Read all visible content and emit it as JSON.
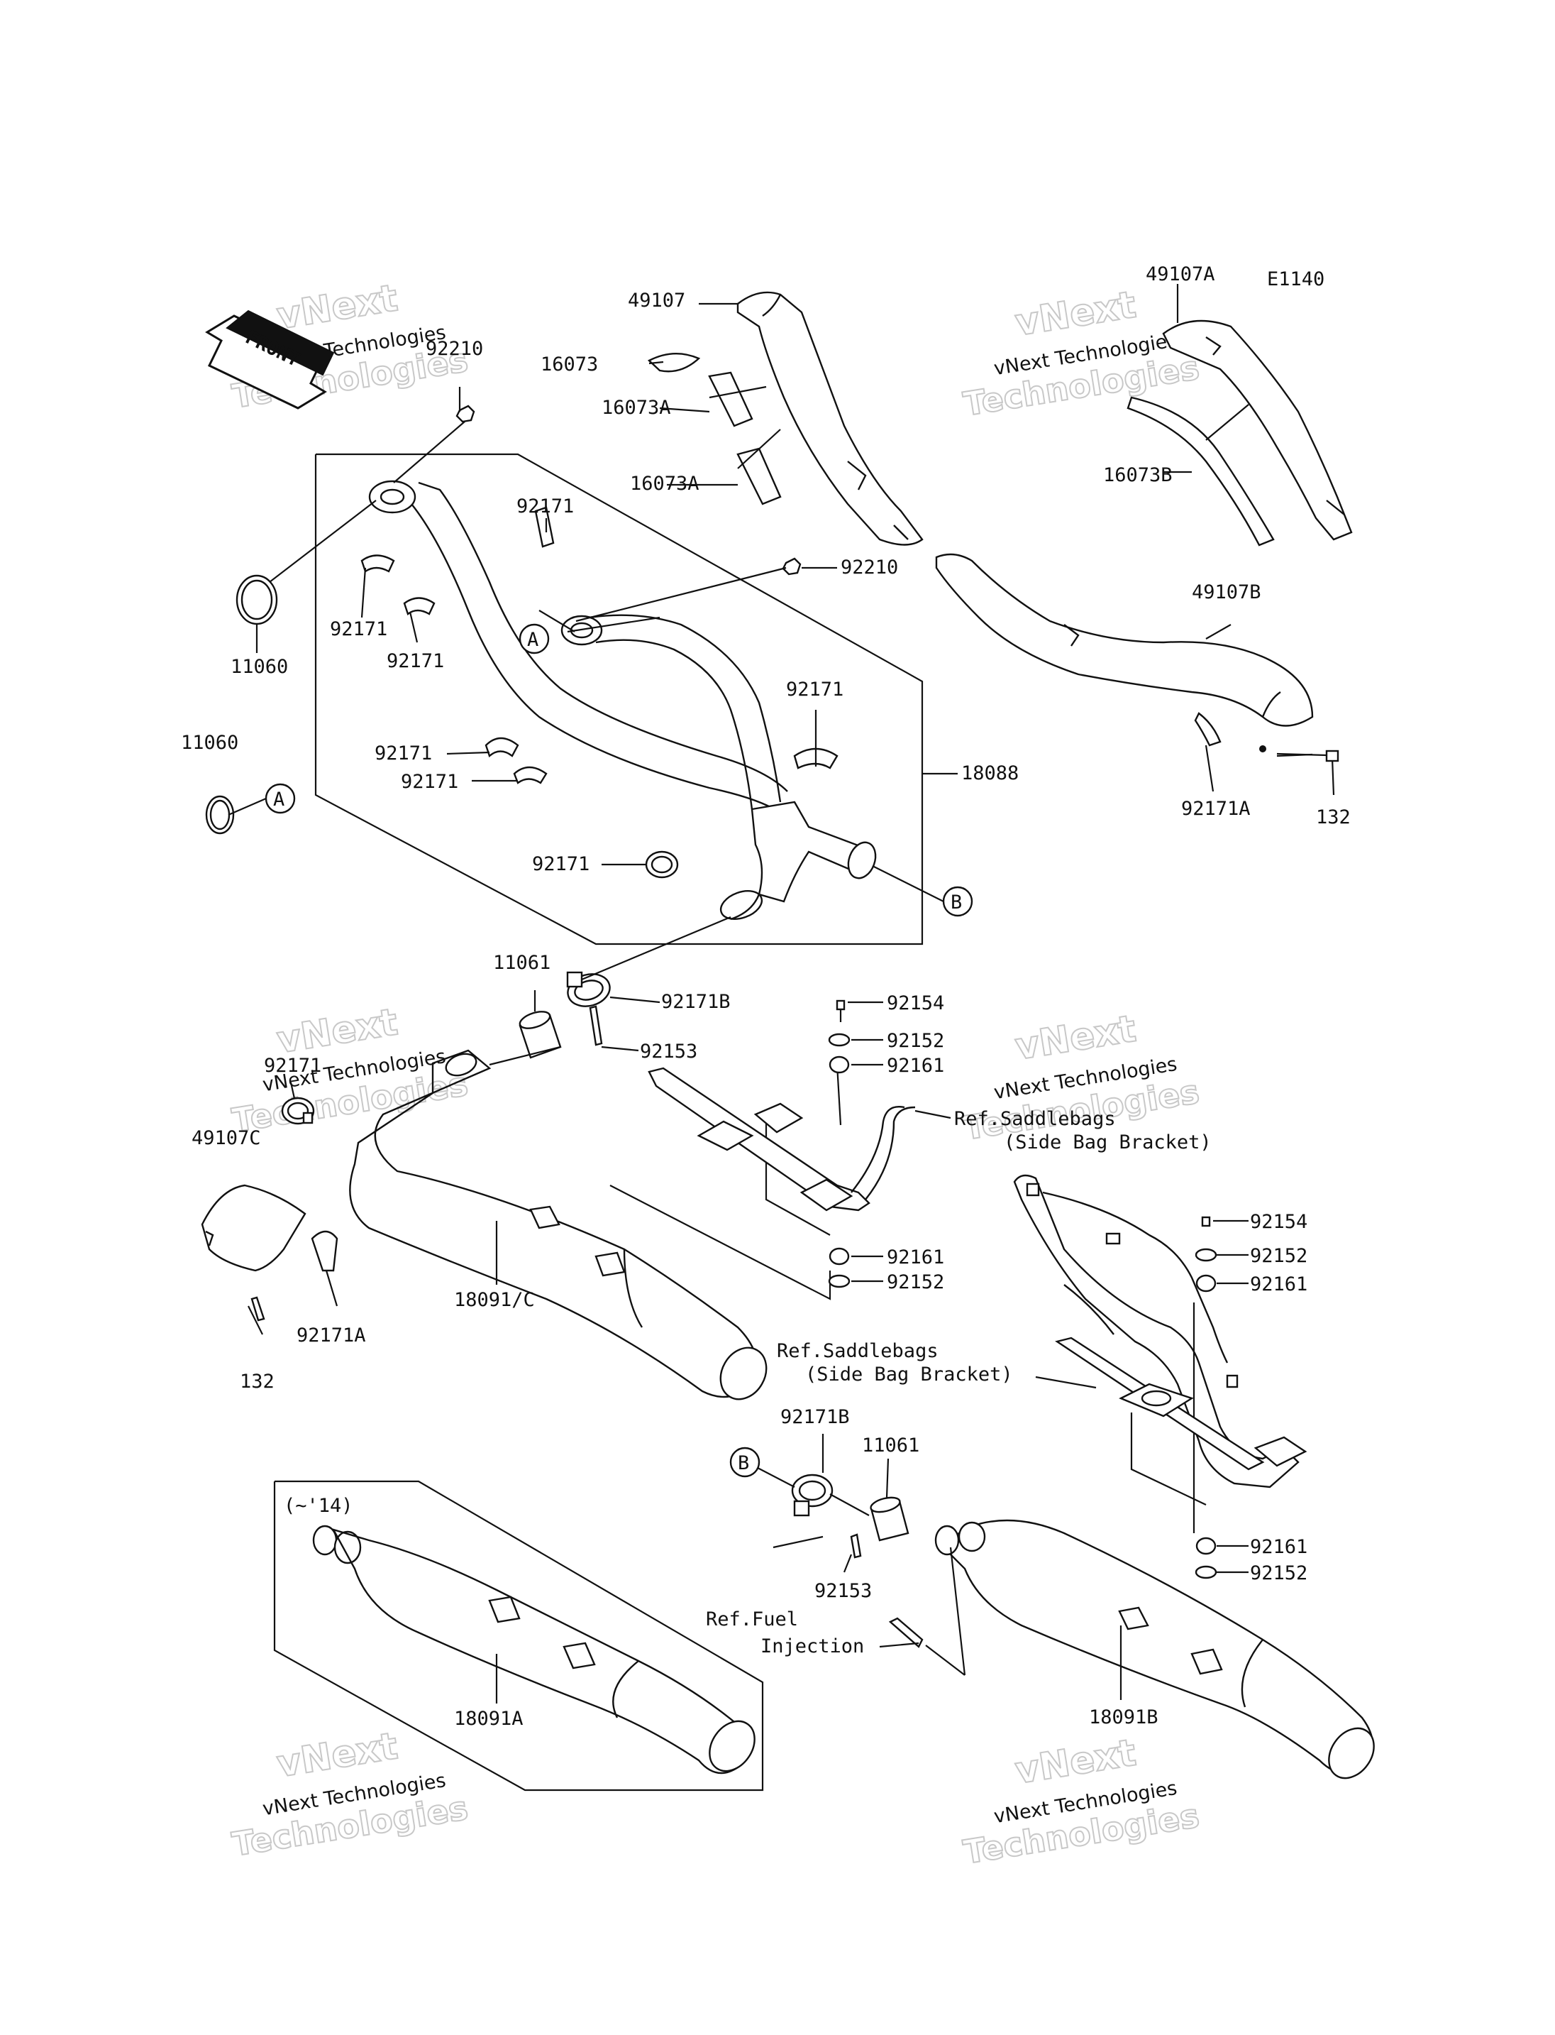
{
  "diagram_code": "E1140",
  "front_label": "FRONT",
  "variant_note": "(~'14)",
  "watermark": {
    "line1": "vNext Technologies",
    "line2": "vNext",
    "line3": "Technologies"
  },
  "callouts": {
    "a": "A",
    "b": "B"
  },
  "refs": {
    "saddlebags_upper_1": "Ref.Saddlebags",
    "saddlebags_upper_2": "(Side Bag Bracket)",
    "saddlebags_lower_1": "Ref.Saddlebags",
    "saddlebags_lower_2": "(Side Bag Bracket)",
    "fuel_1": "Ref.Fuel",
    "fuel_2": "Injection"
  },
  "parts": {
    "p49107": "49107",
    "p16073": "16073",
    "p16073A_1": "16073A",
    "p16073A_2": "16073A",
    "p49107A": "49107A",
    "p16073B": "16073B",
    "p92210_1": "92210",
    "p92210_2": "92210",
    "p92171_1": "92171",
    "p92171_2": "92171",
    "p92171_3": "92171",
    "p92171_4": "92171",
    "p92171_5": "92171",
    "p92171_6": "92171",
    "p92171_7": "92171",
    "p92171_8": "92171",
    "p11060_1": "11060",
    "p11060_2": "11060",
    "p18088": "18088",
    "p49107B": "49107B",
    "p92171A_1": "92171A",
    "p92171A_2": "92171A",
    "p132_1": "132",
    "p132_2": "132",
    "p11061_1": "11061",
    "p11061_2": "11061",
    "p92171B_1": "92171B",
    "p92171B_2": "92171B",
    "p92153_1": "92153",
    "p92153_2": "92153",
    "p92154_1": "92154",
    "p92154_2": "92154",
    "p92152_1": "92152",
    "p92152_2": "92152",
    "p92152_3": "92152",
    "p92152_4": "92152",
    "p92161_1": "92161",
    "p92161_2": "92161",
    "p92161_3": "92161",
    "p92161_4": "92161",
    "p49107C": "49107C",
    "p18091C": "18091/C",
    "p18091A": "18091A",
    "p18091B": "18091B"
  }
}
